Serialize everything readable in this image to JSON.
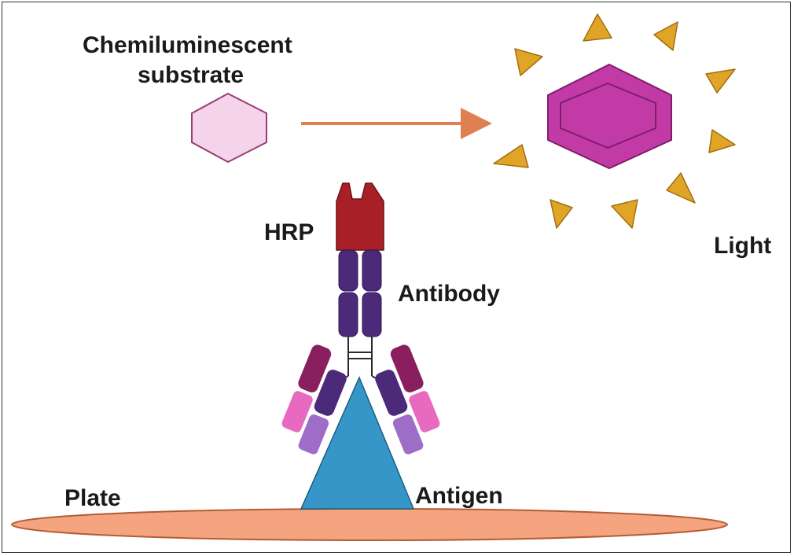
{
  "labels": {
    "substrate_line1": "Chemiluminescent",
    "substrate_line2": "substrate",
    "hrp": "HRP",
    "antibody": "Antibody",
    "light": "Light",
    "antigen": "Antigen",
    "plate": "Plate"
  },
  "colors": {
    "substrate_fill": "#f5d3ea",
    "substrate_stroke": "#9a3d77",
    "product_fill": "#c23aa6",
    "product_stroke": "#7e1e6b",
    "light_rays": "#e0a526",
    "light_stroke": "#a36e10",
    "arrow": "#e07f52",
    "hrp": "#a81f27",
    "antibody": "#4b2a7a",
    "antigen": "#3596c7",
    "plate": "#f4a47e"
  },
  "icons": {
    "substrate": "hexagon-icon",
    "product": "glowing-hexagon-icon",
    "light": "light-ray-triangle-icon",
    "antigen": "triangle-antigen-icon"
  }
}
